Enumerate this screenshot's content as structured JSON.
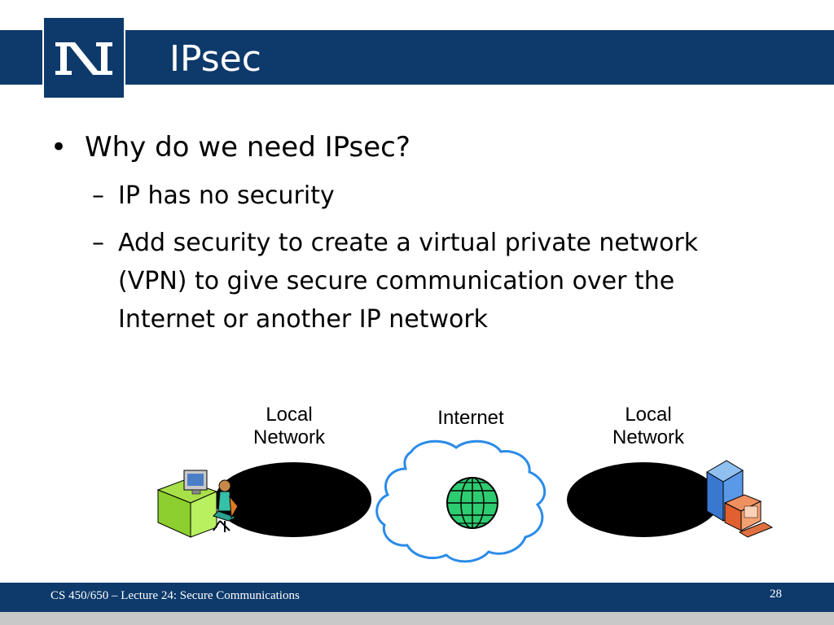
{
  "header": {
    "title": "IPsec",
    "logo_text": "N"
  },
  "bullets": {
    "main": "Why do we need IPsec?",
    "bullet_symbol": "•",
    "dash_symbol": "–",
    "sub": [
      {
        "lines": [
          "IP has no security"
        ]
      },
      {
        "lines": [
          "Add security to create a virtual private network",
          "(VPN) to give secure communication over the",
          "Internet or another IP network"
        ]
      }
    ]
  },
  "diagram": {
    "left_network_label": [
      "Local",
      "Network"
    ],
    "internet_label": "Internet",
    "right_network_label": [
      "Local",
      "Network"
    ],
    "icons": [
      "desk-workstation-icon",
      "globe-icon",
      "server-computer-icon"
    ],
    "colors": {
      "network": "#000000",
      "cloud_stroke": "#2a8be8",
      "globe": "#2ecc71"
    }
  },
  "footer": {
    "course": "CS 450/650 – Lecture 24: Secure Communications",
    "page": "28"
  }
}
